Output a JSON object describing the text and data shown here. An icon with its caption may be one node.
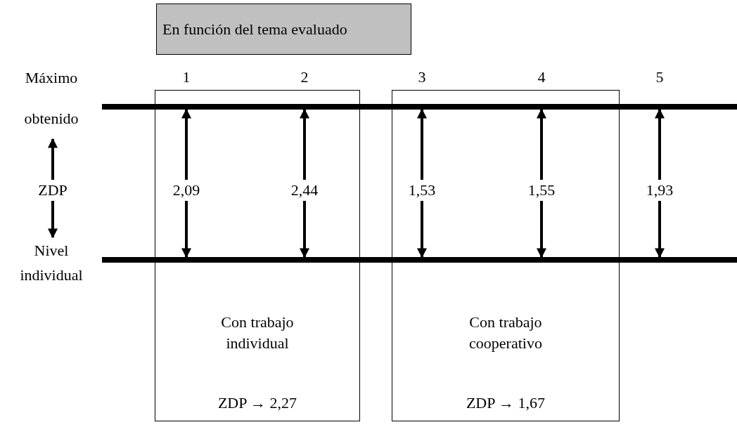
{
  "diagram": {
    "nodes": [
      {
        "text": [
          "En función del tema evaluado"
        ]
      },
      {
        "text": [
          "Con trabajo individual",
          "ZDP → 2,27"
        ]
      },
      {
        "text": [
          "Con trabajo cooperativo",
          "ZDP → 1,67"
        ]
      },
      {
        "text": [
          "Máximo obtenido"
        ]
      },
      {
        "text": [],
        "shape": "bar"
      },
      {
        "text": [
          "ZDP"
        ]
      },
      {
        "text": [
          "2,09"
        ],
        "in": 1
      },
      {
        "text": [
          "2,44"
        ],
        "in": 1
      },
      {
        "text": [
          "1,53"
        ],
        "in": 2
      },
      {
        "text": [
          "1,55"
        ],
        "in": 2
      },
      {
        "text": [
          "1,93"
        ]
      },
      {
        "text": [
          "Nivel individual"
        ]
      },
      {
        "text": [],
        "shape": "bar"
      }
    ],
    "edges": [
      {
        "from": 5,
        "to": 3,
        "arrow": "to"
      },
      {
        "from": 5,
        "to": 11,
        "arrow": "to"
      },
      {
        "from": 6,
        "to": 4,
        "arrow": "to"
      },
      {
        "from": 6,
        "to": 12,
        "arrow": "to"
      },
      {
        "from": 7,
        "to": 4,
        "arrow": "to"
      },
      {
        "from": 7,
        "to": 12,
        "arrow": "to"
      },
      {
        "from": 8,
        "to": 4,
        "arrow": "to"
      },
      {
        "from": 8,
        "to": 12,
        "arrow": "to"
      },
      {
        "from": 9,
        "to": 4,
        "arrow": "to"
      },
      {
        "from": 9,
        "to": 12,
        "arrow": "to"
      },
      {
        "from": 10,
        "to": 4,
        "arrow": "to"
      },
      {
        "from": 10,
        "to": 12,
        "arrow": "to"
      }
    ],
    "labels": [
      "1",
      "2",
      "3",
      "4",
      "5"
    ]
  }
}
